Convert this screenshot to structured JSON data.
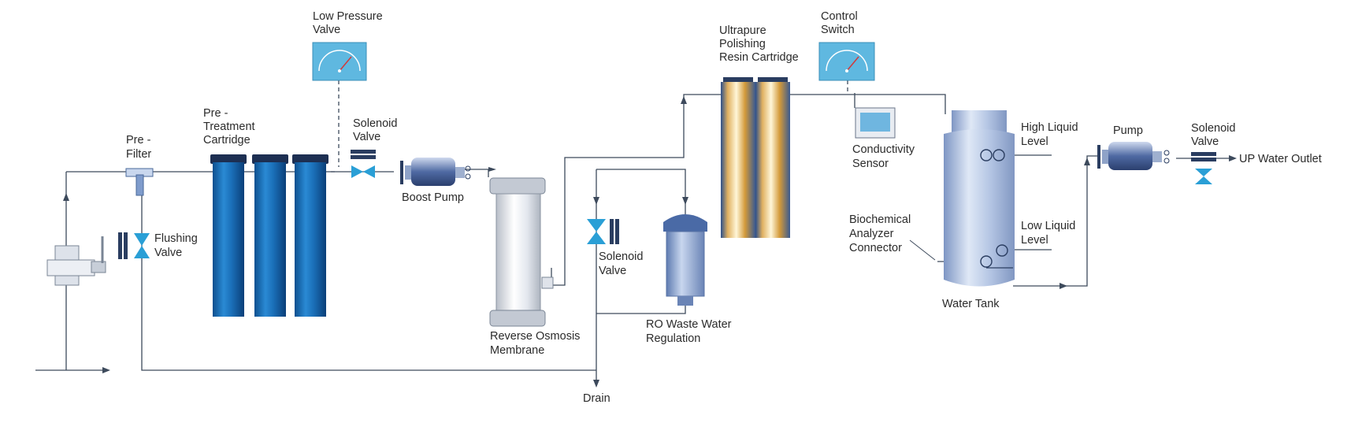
{
  "labels": {
    "low_pressure_valve": [
      "Low Pressure",
      "Valve"
    ],
    "pre_filter": [
      "Pre -",
      "Filter"
    ],
    "pretreatment_cartridge": [
      "Pre -",
      "Treatment",
      "Cartridge"
    ],
    "solenoid_valve_1": [
      "Solenoid",
      "Valve"
    ],
    "boost_pump": "Boost Pump",
    "flushing_valve": [
      "Flushing",
      "Valve"
    ],
    "reverse_osmosis_membrane": [
      "Reverse Osmosis",
      "Membrane"
    ],
    "solenoid_valve_2": [
      "Solenoid",
      "Valve"
    ],
    "ro_waste_water_regulation": [
      "RO Waste Water",
      "Regulation"
    ],
    "drain": "Drain",
    "ultrapure_polishing": [
      "Ultrapure",
      "Polishing",
      "Resin Cartridge"
    ],
    "control_switch": [
      "Control",
      "Switch"
    ],
    "conductivity_sensor": [
      "Conductivity",
      "Sensor"
    ],
    "biochemical_analyzer": [
      "Biochemical",
      "Analyzer",
      "Connector"
    ],
    "water_tank": "Water Tank",
    "high_liquid_level": [
      "High Liquid",
      "Level"
    ],
    "low_liquid_level": [
      "Low Liquid",
      "Level"
    ],
    "pump": "Pump",
    "solenoid_valve_3": [
      "Solenoid",
      "Valve"
    ],
    "up_water_outlet": "UP  Water Outlet"
  },
  "colors": {
    "pipe": "#3d4a5c",
    "cartridge_blue": "#1b72b8",
    "gauge_blue": "#5fb8e0",
    "tank": "#a9bfe0",
    "resin_gold": "#d9a040",
    "valve_blue": "#2a9fd6"
  }
}
